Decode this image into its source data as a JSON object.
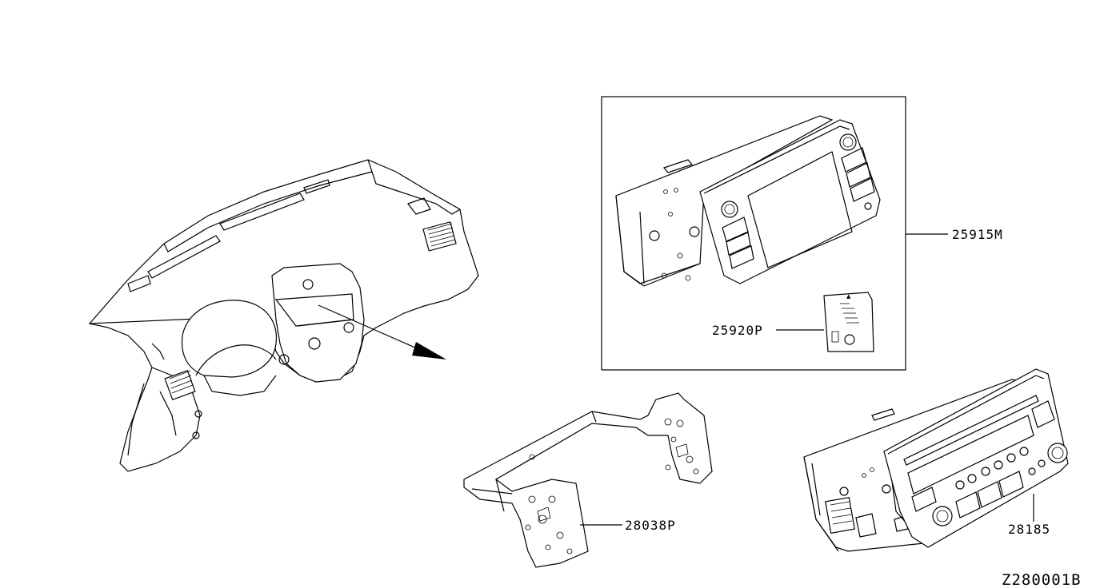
{
  "parts": [
    {
      "id": "radio_display_unit",
      "number": "25915M"
    },
    {
      "id": "memory_card",
      "number": "25920P"
    },
    {
      "id": "mounting_bracket",
      "number": "28038P"
    },
    {
      "id": "audio_unit",
      "number": "28185"
    }
  ],
  "reference_code": "Z280001B",
  "colors": {
    "line": "#000000",
    "background": "#ffffff"
  }
}
